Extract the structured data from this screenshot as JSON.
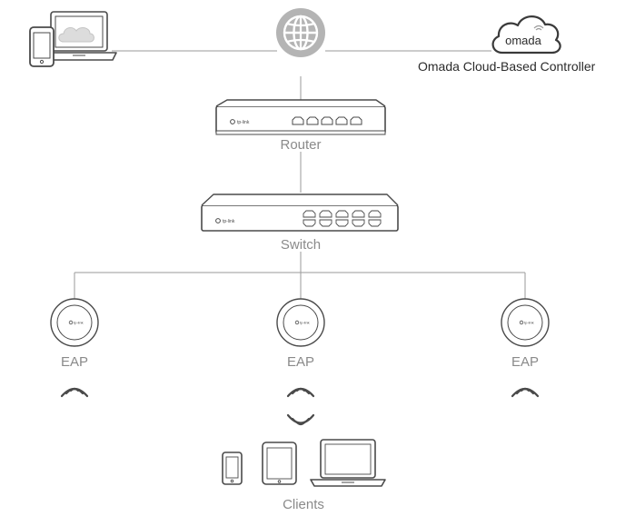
{
  "labels": {
    "controller": "Omada Cloud-Based Controller",
    "router": "Router",
    "switch": "Switch",
    "eap_left": "EAP",
    "eap_center": "EAP",
    "eap_right": "EAP",
    "clients": "Clients"
  },
  "logos": {
    "omada": "omada",
    "router_brand": "tp-link",
    "switch_brand": "tp-link",
    "eap_brand": "tp-link"
  },
  "icons": [
    "phone-icon",
    "laptop-cloud-icon",
    "globe-icon",
    "omada-cloud-icon",
    "router-icon",
    "switch-icon",
    "eap-icon",
    "wifi-icon",
    "tablet-icon",
    "laptop-icon"
  ],
  "colors": {
    "line": "#9a9a9a",
    "device_stroke": "#4a4a4a",
    "label": "#8a8a8a",
    "controller_label": "#2b2b2b",
    "accent_gray": "#b0b0b0",
    "light_fill": "#f2f2f2"
  }
}
